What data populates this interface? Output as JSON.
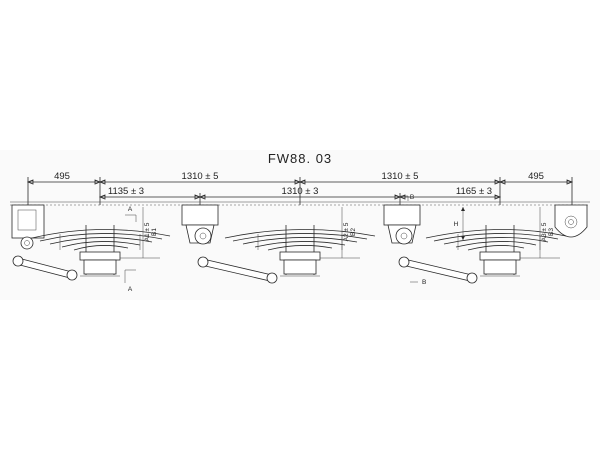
{
  "drawing": {
    "title": "FW88. 03",
    "dimensions": {
      "left_overhang": "495",
      "right_overhang": "495",
      "axle_spacing_1": "1310 ± 5",
      "axle_spacing_2": "1310 ± 5",
      "span_1": "1135 ± 3",
      "span_2": "1310 ± 3",
      "span_3": "1165 ± 3"
    },
    "height_labels": {
      "h1": "A1 ± 5",
      "h2": "A2 ± 5",
      "h3": "A3 ± 5",
      "b1": "B1",
      "b2": "B2",
      "b3": "B3",
      "h": "H"
    },
    "markers": {
      "section_a": "A",
      "section_b": "B"
    }
  }
}
